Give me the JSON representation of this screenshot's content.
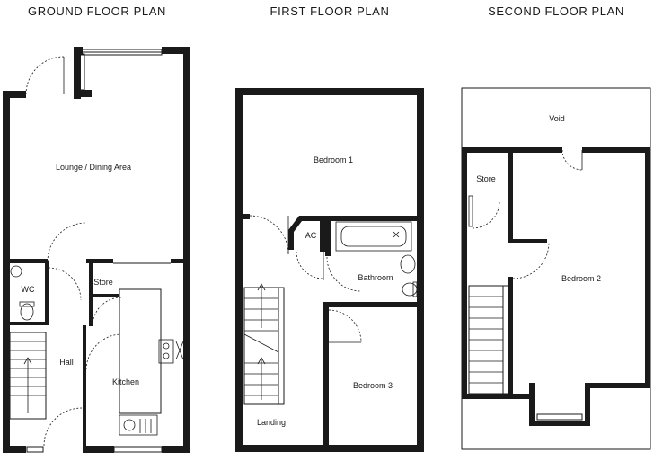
{
  "titles": {
    "ground": "GROUND FLOOR PLAN",
    "first": "FIRST FLOOR PLAN",
    "second": "SECOND FLOOR PLAN"
  },
  "rooms": {
    "lounge": "Lounge / Dining Area",
    "wc": "WC",
    "store_ground": "Store",
    "hall": "Hall",
    "kitchen": "Kitchen",
    "bedroom1": "Bedroom 1",
    "ac": "AC",
    "bathroom": "Bathroom",
    "landing": "Landing",
    "bedroom3": "Bedroom 3",
    "void": "Void",
    "store_second": "Store",
    "bedroom2": "Bedroom 2"
  }
}
